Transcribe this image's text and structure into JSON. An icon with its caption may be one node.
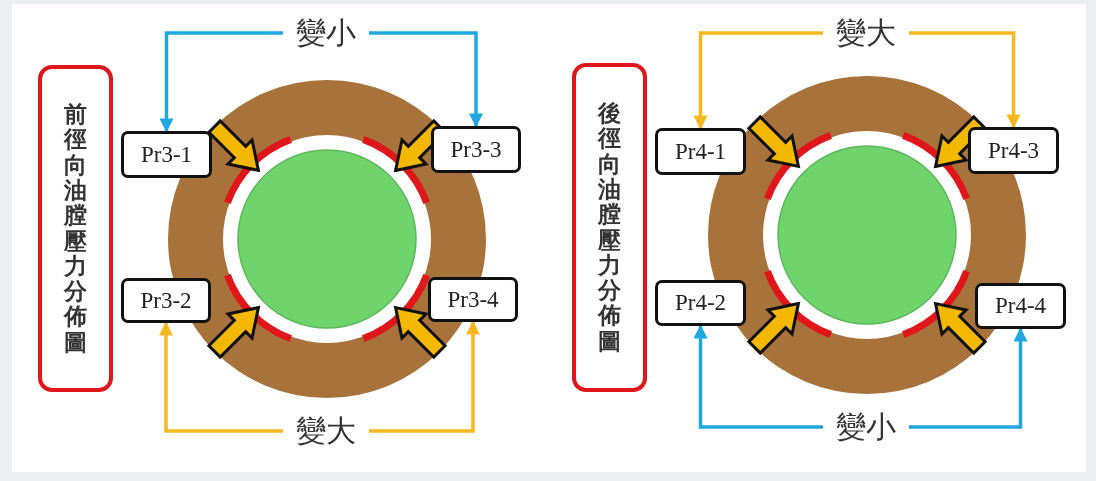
{
  "diagram": {
    "nodes": [
      {
        "text": [
          "變小"
        ]
      },
      {
        "text": [
          "前徑向油膛壓力分佈圖"
        ]
      },
      {
        "text": [
          "Pr3-1"
        ]
      },
      {
        "text": [
          "Pr3-3"
        ]
      },
      {
        "text": [
          "Pr3-2"
        ]
      },
      {
        "text": [
          "Pr3-4"
        ]
      },
      {
        "text": [
          "變大"
        ]
      },
      {
        "text": [
          "變大"
        ]
      },
      {
        "text": [
          "後徑向油膛壓力分佈圖"
        ]
      },
      {
        "text": [
          "Pr4-1"
        ]
      },
      {
        "text": [
          "Pr4-3"
        ]
      },
      {
        "text": [
          "Pr4-2"
        ]
      },
      {
        "text": [
          "Pr4-4"
        ]
      },
      {
        "text": [
          "變小"
        ]
      }
    ],
    "edges": [
      {
        "from": 0,
        "to": 2,
        "arrow": "to",
        "color": "#1ea7e0"
      },
      {
        "from": 0,
        "to": 3,
        "arrow": "to",
        "color": "#1ea7e0"
      },
      {
        "from": 6,
        "to": 4,
        "arrow": "to",
        "color": "#f5b820"
      },
      {
        "from": 6,
        "to": 5,
        "arrow": "to",
        "color": "#f5b820"
      },
      {
        "from": 7,
        "to": 9,
        "arrow": "to",
        "color": "#f5b820"
      },
      {
        "from": 7,
        "to": 10,
        "arrow": "to",
        "color": "#f5b820"
      },
      {
        "from": 13,
        "to": 11,
        "arrow": "to",
        "color": "#1ea7e0"
      },
      {
        "from": 13,
        "to": 12,
        "arrow": "to",
        "color": "#1ea7e0"
      }
    ]
  }
}
